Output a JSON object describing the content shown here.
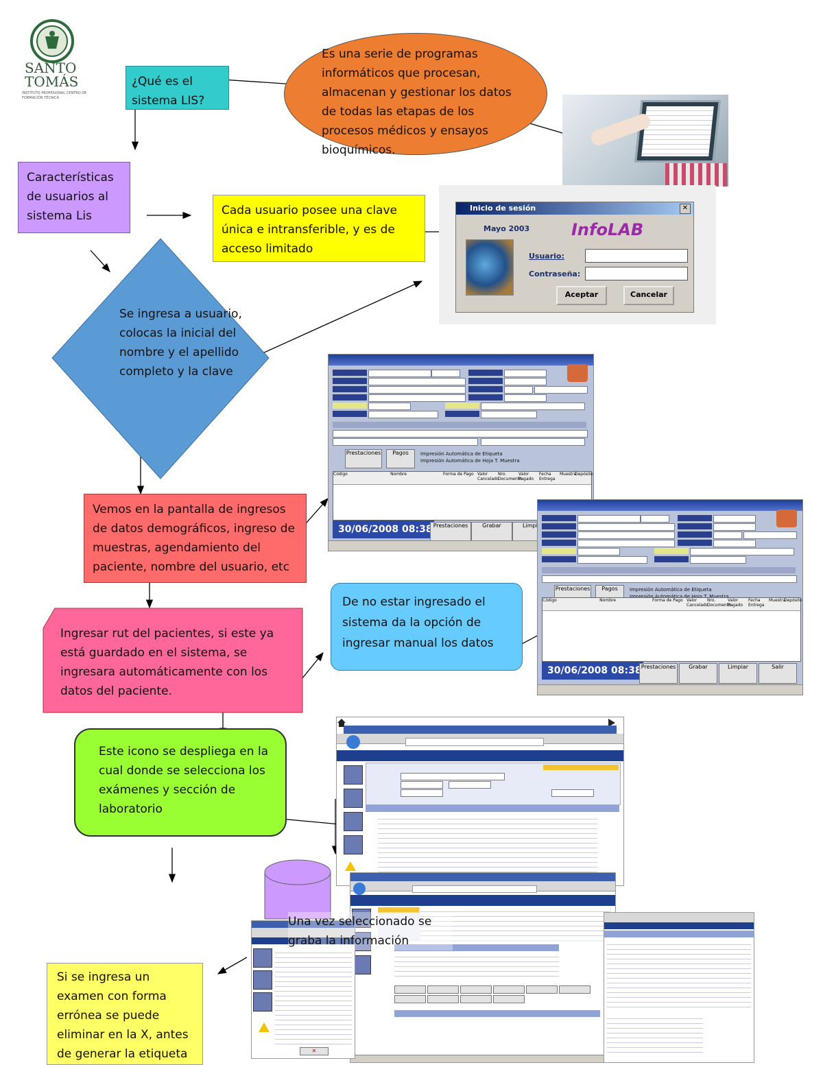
{
  "logo": {
    "line1": "SANTO",
    "line2": "TOMÁS",
    "seal_text": "SANTO TOMÁS",
    "sub": "INSTITUTO PROFESIONAL CENTRO DE FORMACIÓN TÉCNICA"
  },
  "nodes": {
    "q_lis": "¿Qué es el sistema LIS?",
    "def_lis": "Es una serie de programas informáticos que procesan, almacenan y gestionar los datos de todas las etapas de los procesos médicos y ensayos bioquímicos.",
    "caracteristicas": "Características de usuarios al sistema Lis",
    "clave": "Cada usuario posee una clave única e intransferible, y es de acceso limitado",
    "ingreso": "Se ingresa a usuario, colocas la inicial del nombre y el apellido completo y la clave",
    "pantalla": "Vemos en la pantalla de ingresos de datos demográficos, ingreso de muestras, agendamiento del paciente, nombre del usuario, etc",
    "rut": "Ingresar rut del pacientes, si este ya está guardado en el sistema, se ingresara automáticamente con los datos del paciente.",
    "no_ingresado": "De no estar ingresado el sistema da la opción de ingresar manual los datos",
    "icono": "Este icono se despliega en la cual donde se selecciona los exámenes y sección de laboratorio",
    "graba": "Una vez seleccionado se graba la información",
    "erroneo": "Si se ingresa un examen con forma errónea se puede eliminar en la X, antes de generar la etiqueta"
  },
  "login_window": {
    "title": "Inicio de sesión",
    "date": "Mayo 2003",
    "app_name": "InfoLAB",
    "user_label": "Usuario:",
    "password_label": "Contraseña:",
    "accept": "Aceptar",
    "cancel": "Cancelar"
  },
  "admission_window": {
    "datetime": "30/06/2008   08:38",
    "buttons": [
      "Prestaciones",
      "Grabar",
      "Limpiar",
      "Salir"
    ],
    "small_buttons": [
      "Prestaciones",
      "Pagos"
    ],
    "checks": [
      "Impresión Automática de Etiqueta",
      "Impresión Automática de Hoja T. Muestra"
    ],
    "columns": [
      "Código",
      "Nombre",
      "Forma de Pago",
      "Valor Cancelado",
      "Nro. Documento",
      "Valor Pagado",
      "Fecha Entrega",
      "Muestra",
      "Depósito"
    ]
  },
  "colors": {
    "cyan": "#33cccc",
    "orange": "#ed7d31",
    "violet": "#cc99ff",
    "yellow": "#ffff00",
    "blue": "#5b9bd5",
    "salmon": "#ff6b6b",
    "pink": "#ff6699",
    "light_blue": "#66ccff",
    "lime": "#99ff33",
    "pale_yellow": "#ffff66"
  }
}
